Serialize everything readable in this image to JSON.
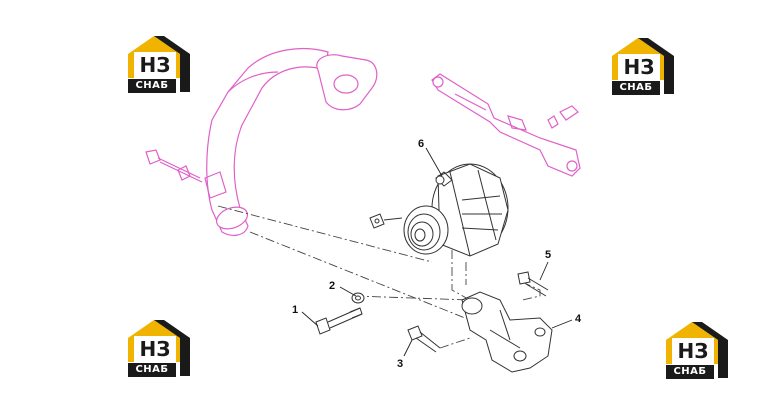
{
  "logos": [
    {
      "position": "top-left",
      "monogram": "НЗ",
      "word": "СНАБ"
    },
    {
      "position": "top-right",
      "monogram": "НЗ",
      "word": "СНАБ"
    },
    {
      "position": "bottom-left",
      "monogram": "НЗ",
      "word": "СНАБ"
    },
    {
      "position": "bottom-right",
      "monogram": "НЗ",
      "word": "СНАБ"
    }
  ],
  "callouts": [
    "1",
    "2",
    "3",
    "4",
    "5",
    "6"
  ],
  "colors": {
    "background_part": "#e060c8",
    "line_art": "#333333",
    "logo_accent": "#f0b400",
    "logo_dark": "#1a1a1a"
  }
}
